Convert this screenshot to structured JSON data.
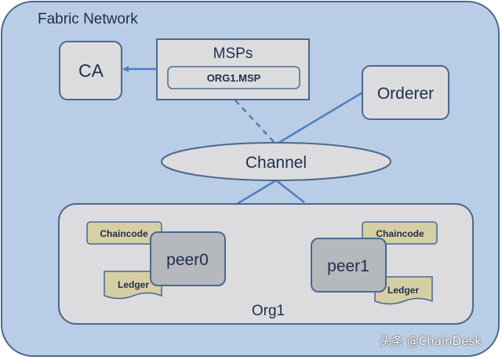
{
  "network": {
    "title": "Fabric Network"
  },
  "ca": {
    "label": "CA"
  },
  "msps": {
    "label": "MSPs",
    "org_msp": "ORG1.MSP"
  },
  "orderer": {
    "label": "Orderer"
  },
  "channel": {
    "label": "Channel"
  },
  "org": {
    "label": "Org1",
    "peers": [
      {
        "label": "peer0",
        "chaincode": "Chaincode",
        "ledger": "Ledger"
      },
      {
        "label": "peer1",
        "chaincode": "Chaincode",
        "ledger": "Ledger"
      }
    ]
  },
  "watermark": "头条 @ChainDesk",
  "colors": {
    "network_fill": "#b9cde6",
    "node_fill": "#dcdcde",
    "node_stroke": "#4b6890",
    "line": "#4f7fc0",
    "chaincode_fill": "#d6cfa6"
  }
}
